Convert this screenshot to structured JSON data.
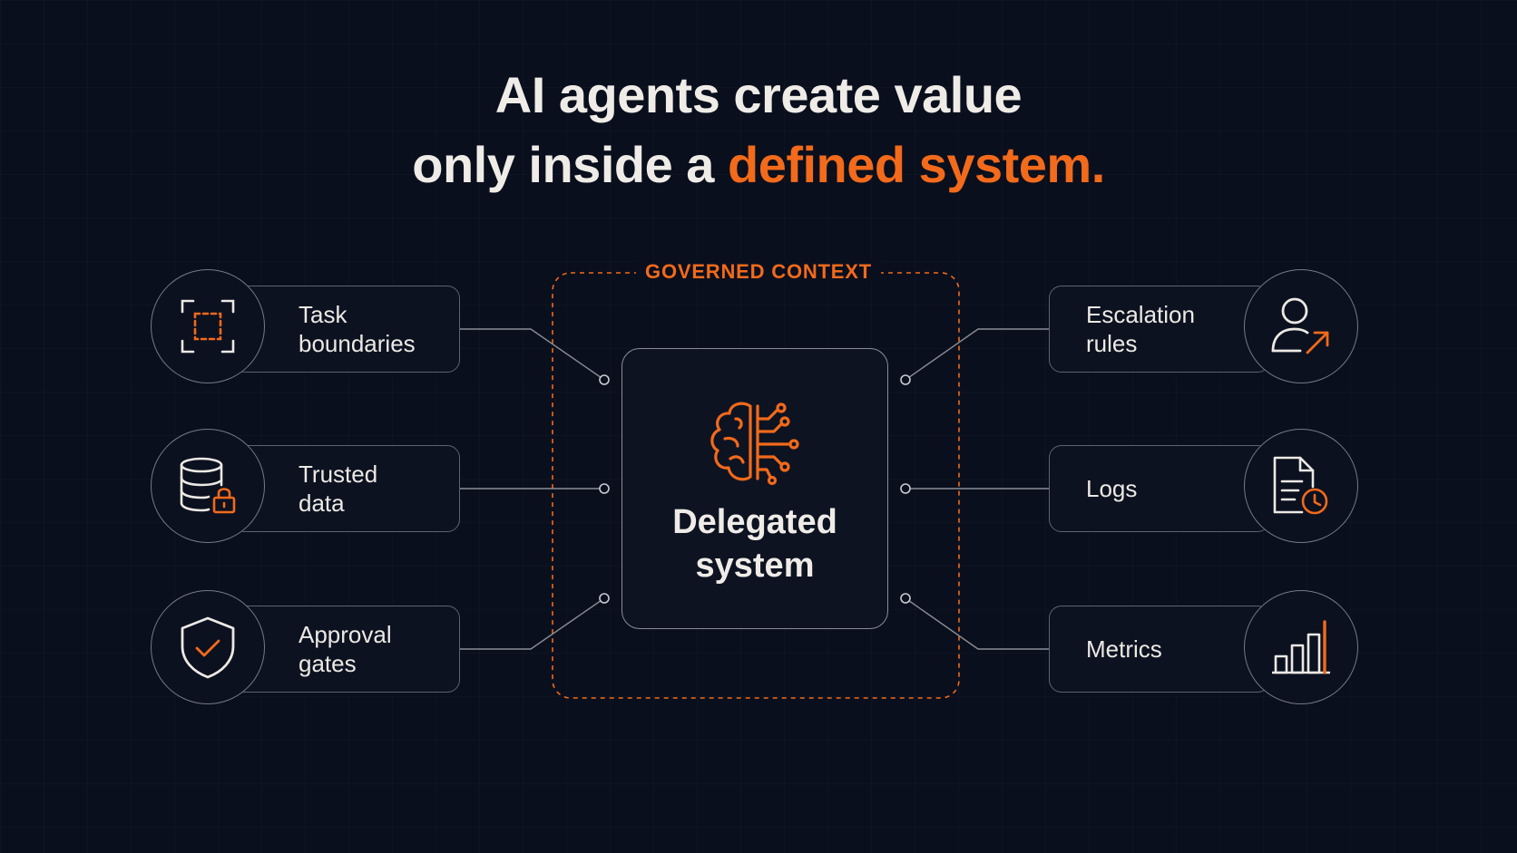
{
  "headline": {
    "line1": "AI agents create value",
    "line2_prefix": "only inside a ",
    "line2_accent": "defined system."
  },
  "context_label": "GOVERNED CONTEXT",
  "core": {
    "icon": "brain-circuit-icon",
    "title_line1": "Delegated",
    "title_line2": "system"
  },
  "left_items": [
    {
      "icon": "task-frame-icon",
      "line1": "Task",
      "line2": "boundaries"
    },
    {
      "icon": "database-lock-icon",
      "line1": "Trusted",
      "line2": "data"
    },
    {
      "icon": "shield-check-icon",
      "line1": "Approval",
      "line2": "gates"
    }
  ],
  "right_items": [
    {
      "icon": "user-escalate-icon",
      "line1": "Escalation",
      "line2": "rules"
    },
    {
      "icon": "document-clock-icon",
      "line1": "Logs",
      "line2": ""
    },
    {
      "icon": "bar-chart-icon",
      "line1": "Metrics",
      "line2": ""
    }
  ],
  "colors": {
    "background": "#0a0f1d",
    "accent": "#f26a1b",
    "text": "#ece9e4",
    "border": "#5e6270"
  }
}
